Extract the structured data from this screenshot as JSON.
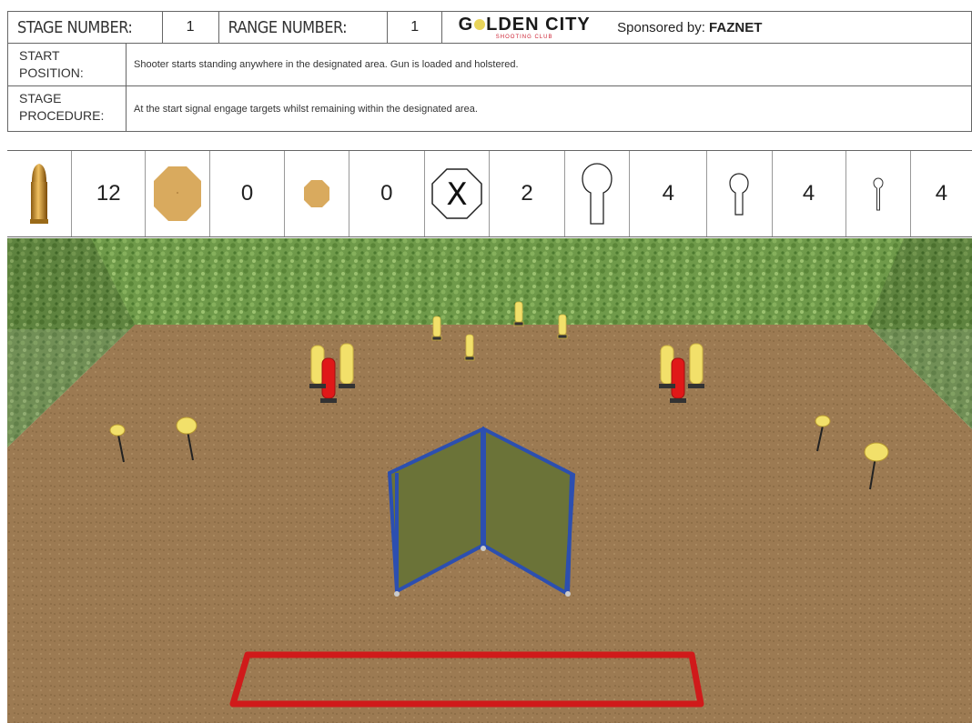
{
  "header": {
    "stage_label": "STAGE NUMBER:",
    "stage_value": "1",
    "range_label": "RANGE NUMBER:",
    "range_value": "1",
    "logo_left": "G",
    "logo_right": "LDEN CITY",
    "logo_sub": "SHOOTING CLUB",
    "sponsor_prefix": "Sponsored by: ",
    "sponsor_name": "FAZNET"
  },
  "start_position": {
    "label_line1": "START",
    "label_line2": "POSITION:",
    "text": "Shooter starts standing anywhere in the designated area. Gun is loaded and holstered."
  },
  "stage_procedure": {
    "label_line1": "STAGE",
    "label_line2": "PROCEDURE:",
    "text": "At the start signal engage targets whilst remaining within the designated area."
  },
  "counts": {
    "rounds": "12",
    "large_octagon_plates": "0",
    "small_octagon_plates": "0",
    "no_shoot": "2",
    "large_poppers": "4",
    "medium_poppers": "4",
    "small_poppers": "4"
  },
  "colors": {
    "ground": "#9c7a52",
    "wall": "#6a8f45",
    "target_yellow": "#f2e06a",
    "no_shoot_red": "#e01818",
    "barricade_green": "#6b7338",
    "barricade_frame": "#2c4fb0",
    "shooting_box": "#d01a1a"
  }
}
